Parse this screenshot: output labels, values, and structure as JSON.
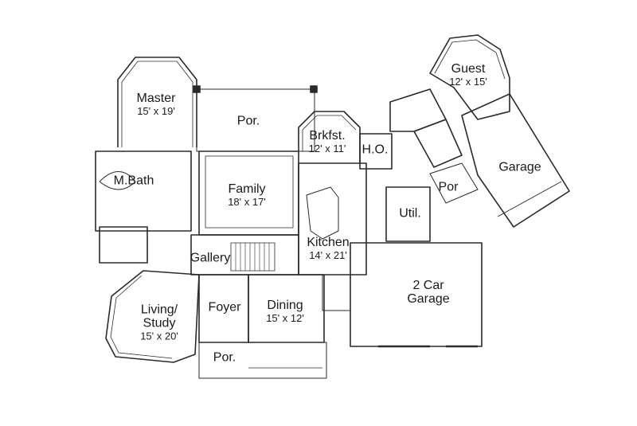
{
  "rooms": {
    "master": {
      "name": "Master",
      "dims": "15' x 19'"
    },
    "porch_top": {
      "name": "Por."
    },
    "brkfst": {
      "name": "Brkfst.",
      "dims": "12' x 11'"
    },
    "ho": {
      "name": "H.O."
    },
    "guest": {
      "name": "Guest",
      "dims": "12' x 15'"
    },
    "garage_side": {
      "name": "Garage"
    },
    "mbath": {
      "name": "M.Bath"
    },
    "family": {
      "name": "Family",
      "dims": "18' x 17'"
    },
    "por_small": {
      "name": "Por"
    },
    "util": {
      "name": "Util."
    },
    "kitchen": {
      "name": "Kitchen",
      "dims": "14' x 21'"
    },
    "gallery": {
      "name": "Gallery"
    },
    "two_car": {
      "name": "2 Car",
      "name2": "Garage"
    },
    "living": {
      "name": "Living/",
      "name2": "Study",
      "dims": "15' x 20'"
    },
    "foyer": {
      "name": "Foyer"
    },
    "dining": {
      "name": "Dining",
      "dims": "15' x 12'"
    },
    "porch_front": {
      "name": "Por."
    }
  },
  "colors": {
    "line": "#2a2a2a",
    "background": "#ffffff"
  }
}
